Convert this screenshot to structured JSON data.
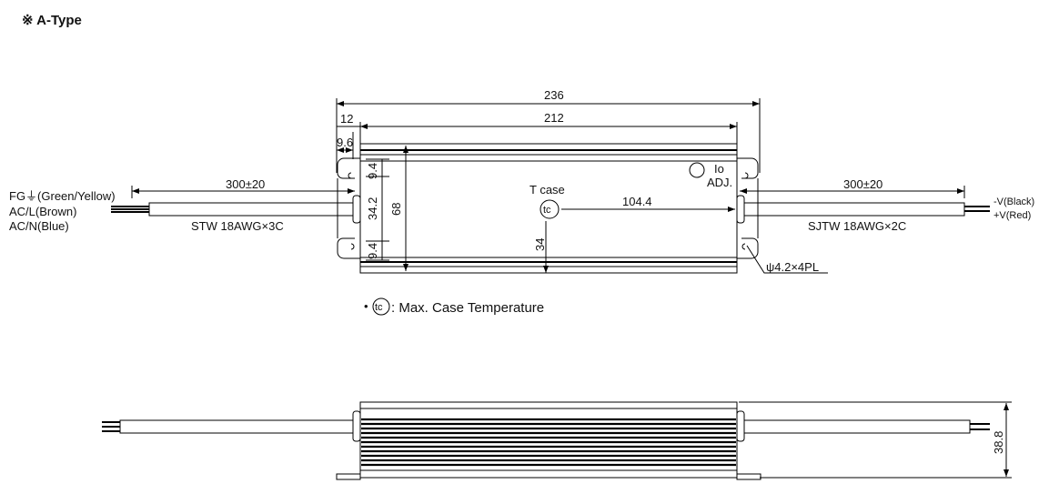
{
  "title": "※ A-Type",
  "top_view": {
    "dim_overall_length": "236",
    "dim_body_length": "212",
    "dim_flange": "12",
    "dim_hole_offset": "9.6",
    "dim_hole_edge_top": "9.4",
    "dim_hole_spacing": "34.2",
    "dim_hole_edge_bottom": "9.4",
    "dim_width": "68",
    "input_cable_length": "300±20",
    "input_cable_spec": "STW 18AWG×3C",
    "input_labels": [
      "FG⏚(Green/Yellow)",
      "AC/L(Brown)",
      "AC/N(Blue)"
    ],
    "output_cable_length": "300±20",
    "output_cable_spec": "SJTW 18AWG×2C",
    "output_labels": [
      "-V(Black)",
      "+V(Red)"
    ],
    "tcase_label": "T case",
    "tc_symbol": "tc",
    "tc_dim_x": "104.4",
    "tc_dim_y": "34",
    "io_adj_label_1": "Io",
    "io_adj_label_2": "ADJ.",
    "mounting_hole": "ψ4.2×4PL"
  },
  "legend": {
    "bullet": "•",
    "symbol": "tc",
    "text": ": Max. Case Temperature"
  },
  "side_view": {
    "dim_height": "38.8"
  }
}
